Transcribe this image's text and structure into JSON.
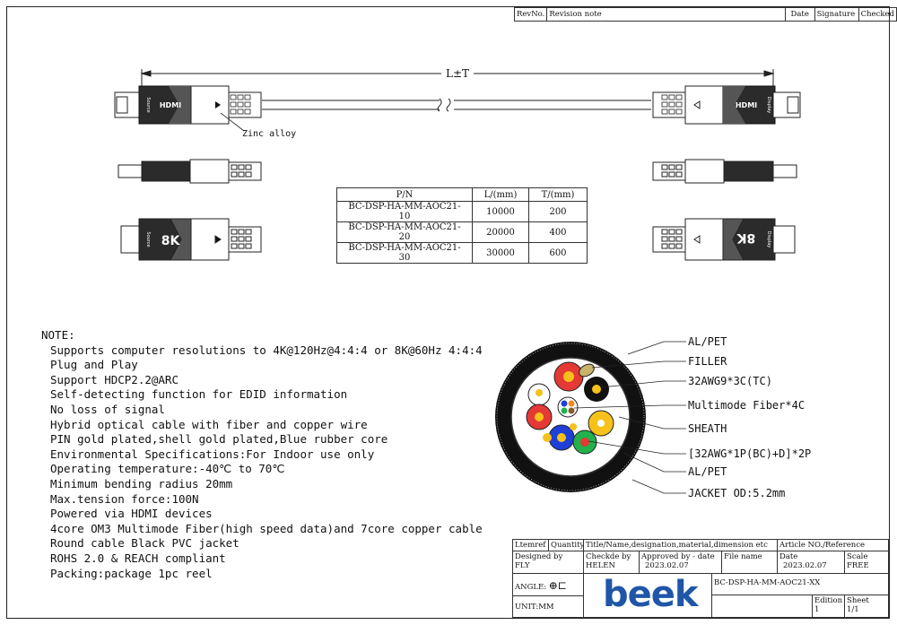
{
  "revision": {
    "headers": [
      "RevNo.",
      "Revision note",
      "Date",
      "Signature",
      "Checked"
    ]
  },
  "drawing": {
    "dimension_label": "L±T",
    "annotation": "Zinc alloy",
    "left_top_connector_text": "HDMI",
    "right_top_connector_text": "HDMI",
    "left_side_label": "Source",
    "right_side_label": "Display",
    "connector_8k": "8K"
  },
  "pn_table": {
    "headers": [
      "P/N",
      "L/(mm)",
      "T/(mm)"
    ],
    "rows": [
      [
        "BC-DSP-HA-MM-AOC21-10",
        "10000",
        "200"
      ],
      [
        "BC-DSP-HA-MM-AOC21-20",
        "20000",
        "400"
      ],
      [
        "BC-DSP-HA-MM-AOC21-30",
        "30000",
        "600"
      ]
    ]
  },
  "notes": {
    "title": "NOTE:",
    "lines": [
      "Supports computer resolutions to 4K@120Hz@4:4:4 or 8K@60Hz 4:4:4",
      "Plug and Play",
      "Support HDCP2.2@ARC",
      "Self-detecting function for EDID information",
      "No loss of signal",
      "Hybrid optical cable with fiber and copper wire",
      "PIN gold plated,shell gold plated,Blue rubber core",
      "Environmental Specifications:For Indoor use only",
      "Operating temperature:-40℃ to 70℃",
      "Minimum bending radius 20mm",
      "Max.tension force:100N",
      "Powered via HDMI devices",
      "4core OM3 Multimode Fiber(high speed data)and 7core copper cable",
      "Round cable Black PVC jacket",
      "ROHS 2.0 & REACH compliant",
      "Packing:package 1pc reel"
    ]
  },
  "cross_section": {
    "labels": [
      "AL/PET",
      "FILLER",
      "32AWG9*3C(TC)",
      "Multimode Fiber*4C",
      "SHEATH",
      "[32AWG*1P(BC)+D]*2P",
      "AL/PET",
      "JACKET OD:5.2mm"
    ],
    "colors": {
      "jacket": "#111111",
      "red": "#e53935",
      "yellow": "#f6c21a",
      "blue": "#1e40d8",
      "green": "#22b14c",
      "black": "#111111",
      "tan": "#c8b46a",
      "orange": "#f08a1c"
    }
  },
  "title_block": {
    "item_ref": "Ltemref",
    "quantity": "Quantity",
    "title_desc": "Title/Name,designation,material,dimension etc",
    "article": "Article NO./Reference",
    "designed_by_label": "Designed by",
    "designed_by": "FLY",
    "checked_by_label": "Checkde by",
    "checked_by": "HELEN",
    "approved_label": "Approved by - date",
    "approved_date": "2023.02.07",
    "file_name_label": "File name",
    "date_label": "Date",
    "date": "2023.02.07",
    "scale_label": "Scale",
    "scale": "FREE",
    "angle_label": "ANGLE:",
    "unit": "UNIT:MM",
    "logo": "beek",
    "part_number": "BC-DSP-HA-MM-AOC21-XX",
    "edition_label": "Edition",
    "edition": "1",
    "sheet_label": "Sheet",
    "sheet": "1/1"
  }
}
